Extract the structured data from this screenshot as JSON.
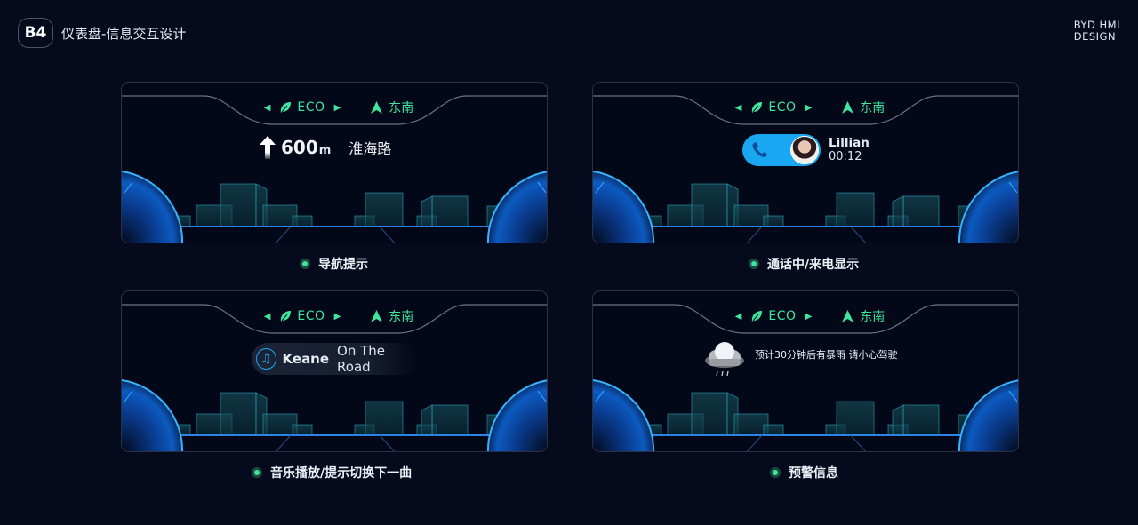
{
  "header": {
    "badge": "B4",
    "title": "仪表盘-信息交互设计"
  },
  "brand": {
    "line1": "BYD HMI",
    "line2": "DESIGN"
  },
  "colors": {
    "accent_green": "#3ee6a0",
    "accent_blue": "#1aa7f2",
    "background": "#050b1c"
  },
  "status_bar": {
    "left_arrow_icon": "triangle-left",
    "drive_mode_icon": "leaf-icon",
    "drive_mode": "ECO",
    "right_arrow_icon": "triangle-right",
    "compass_icon": "north-arrow-icon",
    "direction": "东南"
  },
  "panels": [
    {
      "caption": "导航提示",
      "nav": {
        "arrow_icon": "straight-arrow-icon",
        "distance": "600",
        "unit": "m",
        "road": "淮海路"
      }
    },
    {
      "caption": "通话中/来电显示",
      "call": {
        "phone_icon": "phone-icon",
        "name": "Lillian",
        "duration": "00:12"
      }
    },
    {
      "caption": "音乐播放/提示切换下一曲",
      "music": {
        "note_icon": "music-note-icon",
        "note_glyph": "♫",
        "artist": "Keane",
        "song": "On The Road"
      }
    },
    {
      "caption": "预警信息",
      "warning": {
        "weather_icon": "rain-cloud-icon",
        "message": "预计30分钟后有暴雨 请小心驾驶"
      }
    }
  ]
}
